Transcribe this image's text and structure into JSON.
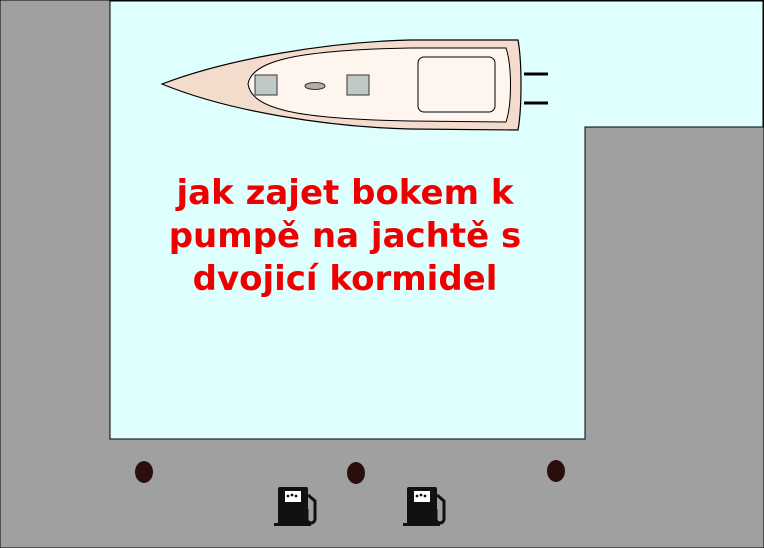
{
  "title_lines": [
    "jak zajet bokem k",
    "pumpě na jachtě s",
    "dvojicí kormidel"
  ],
  "colors": {
    "water": "#dffefe",
    "quay": "#a0a0a0",
    "hull": "#f4dccc",
    "deck": "#fdf5ee",
    "hatch": "#c0c8c8",
    "bollard": "#2a0d0d",
    "pump": "#111111",
    "title": "#ee0000"
  },
  "icons": [
    "fuel-pump-icon",
    "fuel-pump-icon",
    "bollard",
    "bollard",
    "bollard",
    "helm-icon",
    "helm-icon"
  ]
}
